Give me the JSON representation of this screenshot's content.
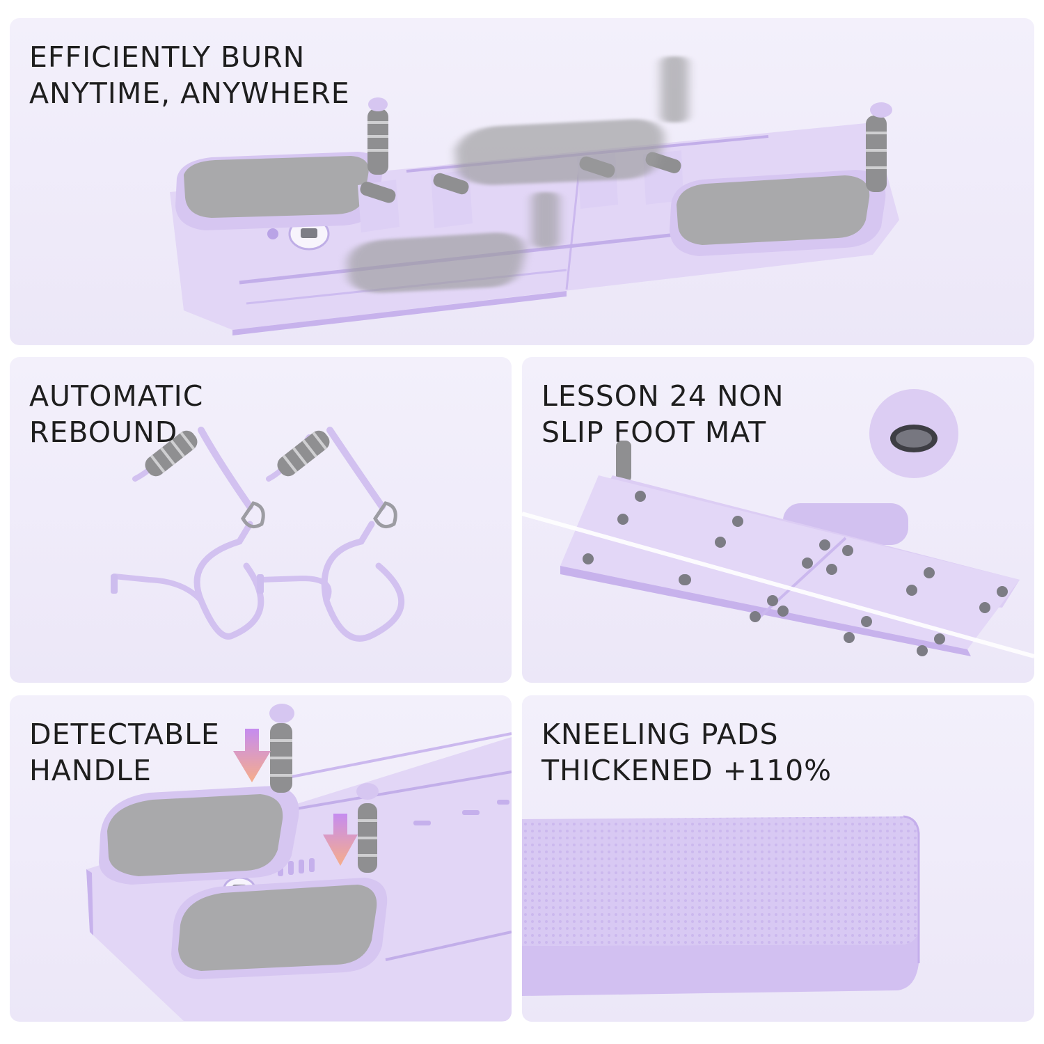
{
  "panels": {
    "burn": {
      "line1": "EFFICIENTLY BURN",
      "line2": "ANYTIME, ANYWHERE"
    },
    "rebound": {
      "line1": "AUTOMATIC",
      "line2": "REBOUND"
    },
    "mat": {
      "line1": "LESSON 24 NON",
      "line2": "SLIP FOOT MAT"
    },
    "handle": {
      "line1": "DETECTABLE",
      "line2": "HANDLE"
    },
    "kneeling": {
      "line1": "KNEELING PADS",
      "line2": "THICKENED +110%"
    }
  },
  "colors": {
    "panel_background": "#efeaf9",
    "board": "#dccdf4",
    "pad_gray": "#a9a9ab",
    "arrow_top": "#c58cf0",
    "arrow_bottom": "#f6ad8a"
  }
}
